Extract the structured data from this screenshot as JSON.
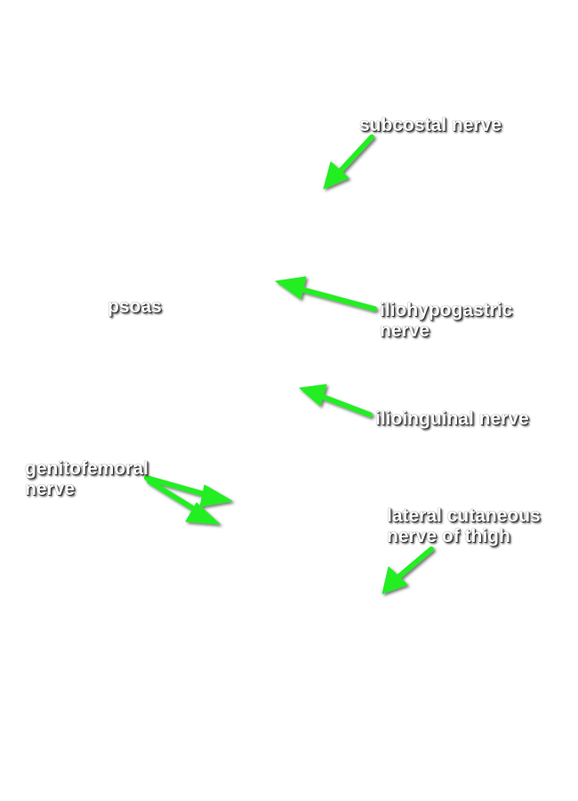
{
  "diagram": {
    "arrow_color": "#22ee22",
    "labels": {
      "subcostal": {
        "line1": "subcostal nerve"
      },
      "psoas": {
        "line1": "psoas"
      },
      "iliohypogastric": {
        "line1": "iliohypogastric",
        "line2": "nerve"
      },
      "ilioinguinal": {
        "line1": "ilioinguinal nerve"
      },
      "genitofemoral": {
        "line1": "genitofemoral",
        "line2": "nerve"
      },
      "lateral_cutaneous": {
        "line1": "lateral cutaneous",
        "line2": "nerve of thigh"
      }
    }
  }
}
